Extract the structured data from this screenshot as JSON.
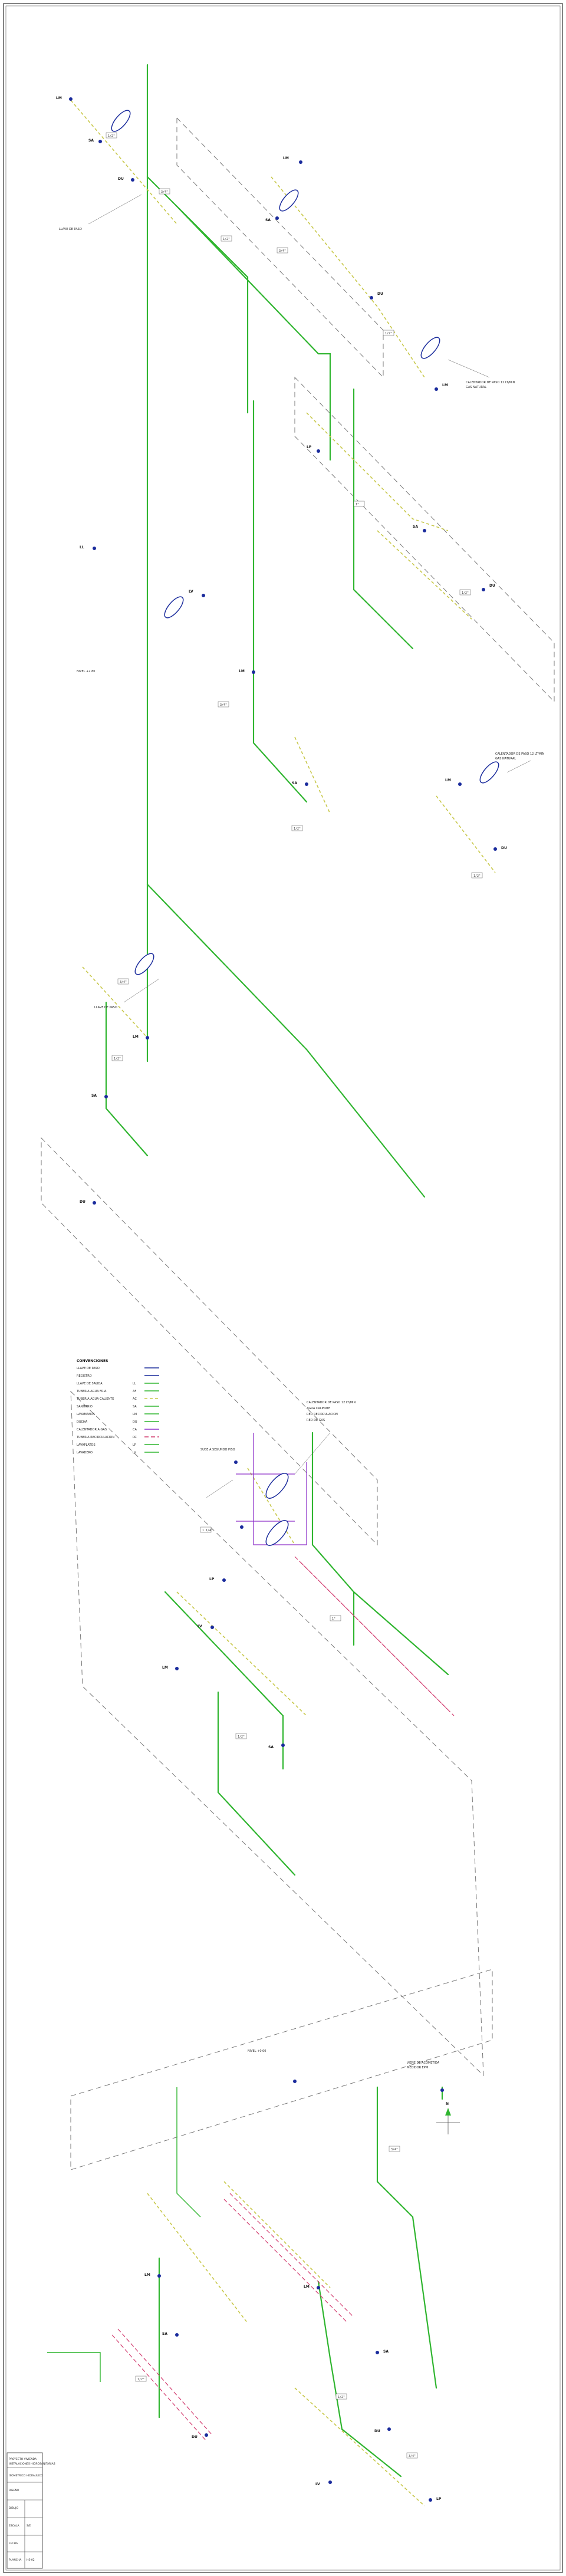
{
  "legend": {
    "title": "CONVENCIONES",
    "entries": [
      {
        "label": "LLAVE DE PASO",
        "code": ""
      },
      {
        "label": "REGISTRO",
        "code": ""
      },
      {
        "label": "LLAVE DE SALIDA",
        "code": "LL"
      },
      {
        "label": "TUBERIA AGUA FRIA",
        "code": "AF"
      },
      {
        "label": "TUBERIA AGUA CALIENTE",
        "code": "AC"
      },
      {
        "label": "SANITARIO",
        "code": "SA"
      },
      {
        "label": "LAVAMANOS",
        "code": "LM"
      },
      {
        "label": "DUCHA",
        "code": "DU"
      },
      {
        "label": "CALENTADOR A GAS",
        "code": "CA"
      },
      {
        "label": "TUBERIA RECIRCULACION",
        "code": "RC"
      },
      {
        "label": "LAVAPLATOS",
        "code": "LP"
      },
      {
        "label": "LAVADERO",
        "code": "LV"
      }
    ]
  },
  "labels": {
    "fixture_codes": [
      "SA",
      "LM",
      "DU",
      "LP",
      "LV",
      "LL"
    ],
    "pipe_size_a": "1/2\"",
    "pipe_size_b": "3/4\"",
    "pipe_size_c": "1\"",
    "pipe_size_d": "1 1/4\"",
    "heater_note": "CALENTADOR DE PASO 12 LT/MIN",
    "heater_note_2": "GAS NATURAL",
    "valve_note": "LLAVE DE PASO",
    "riser_note": "SUBE A SEGUNDO PISO",
    "level_1": "NIVEL +2.80",
    "level_2": "NIVEL +0.00",
    "meter_note": "VIENE DE ACOMETIDA",
    "meter_note_2": "MEDIDOR EPM",
    "hot_note": "AGUA CALIENTE",
    "recirc_note": "RED RECIRCULACION",
    "gas_note": "RED DE GAS",
    "north": "N"
  },
  "title_block": {
    "project": "PROYECTO VIVIENDA",
    "content": "ISOMETRICO HIDRAULICO",
    "scale_label": "ESCALA",
    "scale": "S/E",
    "sheet_label": "PLANCHA",
    "sheet": "HS-02",
    "date_label": "FECHA",
    "date": "",
    "designer_label": "DISEÑO",
    "draw_label": "DIBUJO",
    "notes": "INSTALACIONES HIDROSANITARIAS"
  },
  "colors": {
    "cold_water": "#2fb52f",
    "hot_water": "#c8c84a",
    "recirculation": "#d23a6e",
    "gas": "#8a2bc8",
    "valves": "#1a2b9c"
  }
}
